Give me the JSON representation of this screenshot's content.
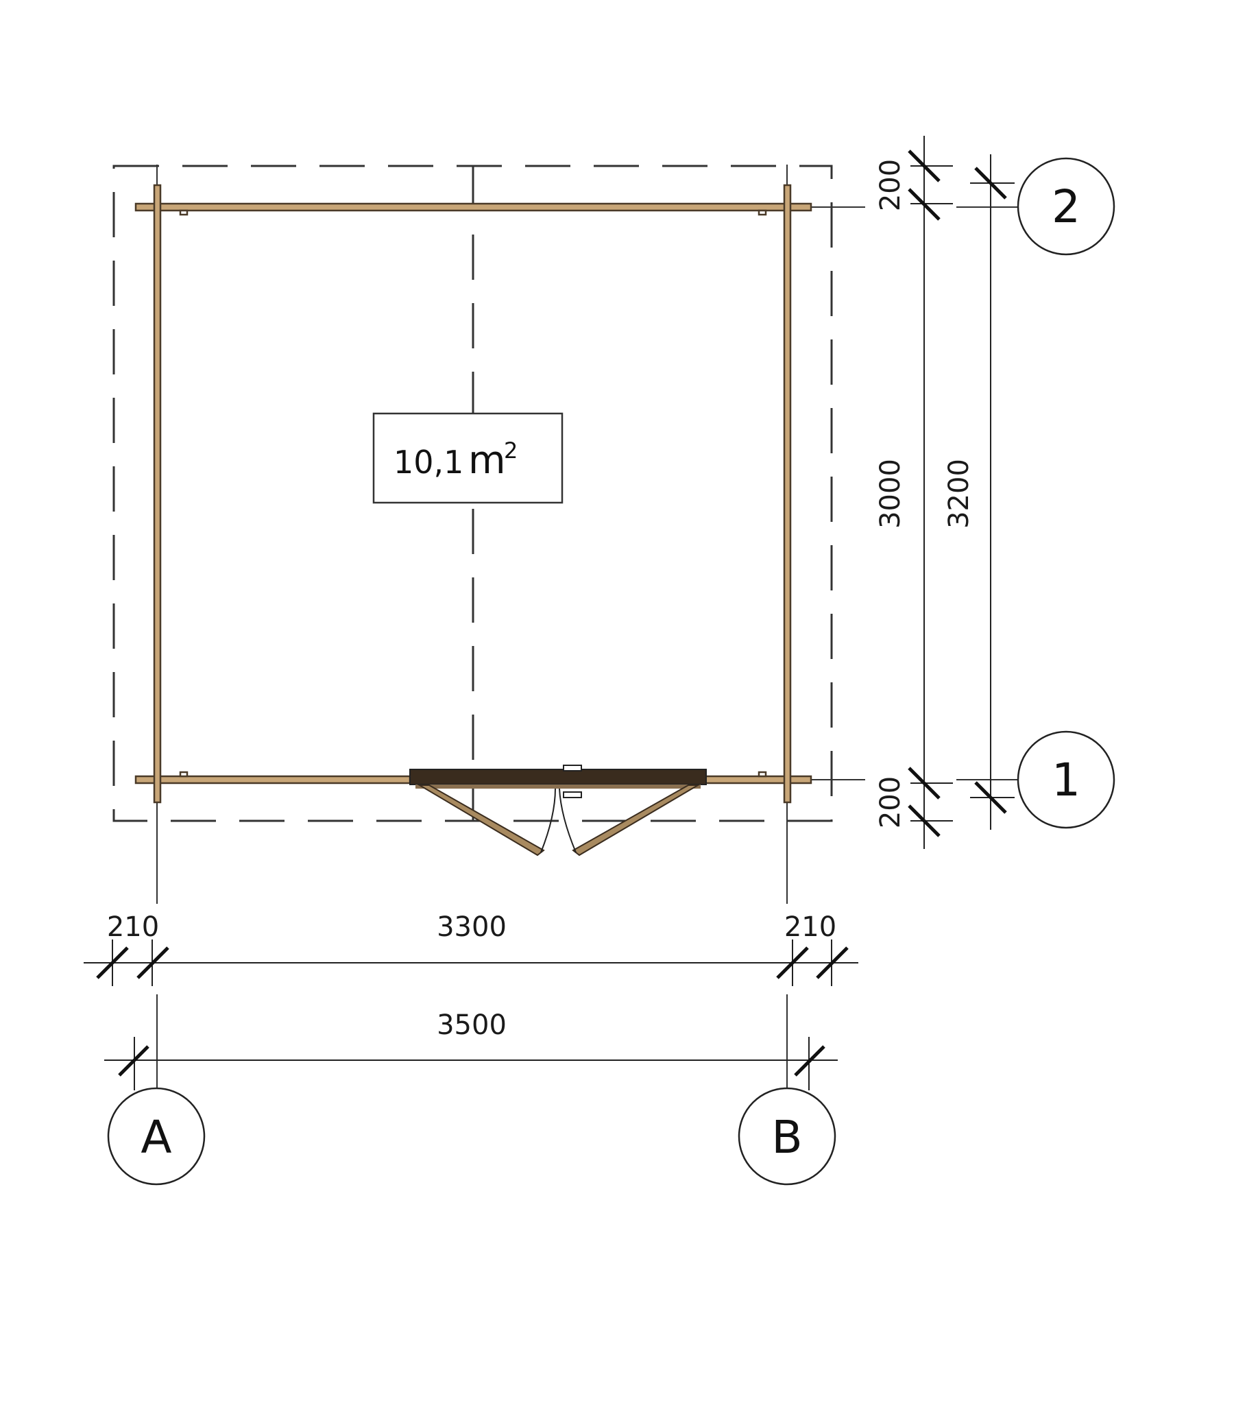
{
  "plan": {
    "area_value": "10,1",
    "area_unit": "m",
    "area_exp": "2",
    "wall_color": "#c8a678",
    "wall_dark": "#5a4630"
  },
  "dimensions": {
    "horizontal": {
      "left_overhang": "210",
      "inner": "3300",
      "right_overhang": "210",
      "total": "3500"
    },
    "vertical": {
      "top_overhang": "200",
      "inner": "3000",
      "bottom_overhang": "200",
      "total": "3200"
    }
  },
  "axes": {
    "a": "A",
    "b": "B",
    "one": "1",
    "two": "2"
  }
}
